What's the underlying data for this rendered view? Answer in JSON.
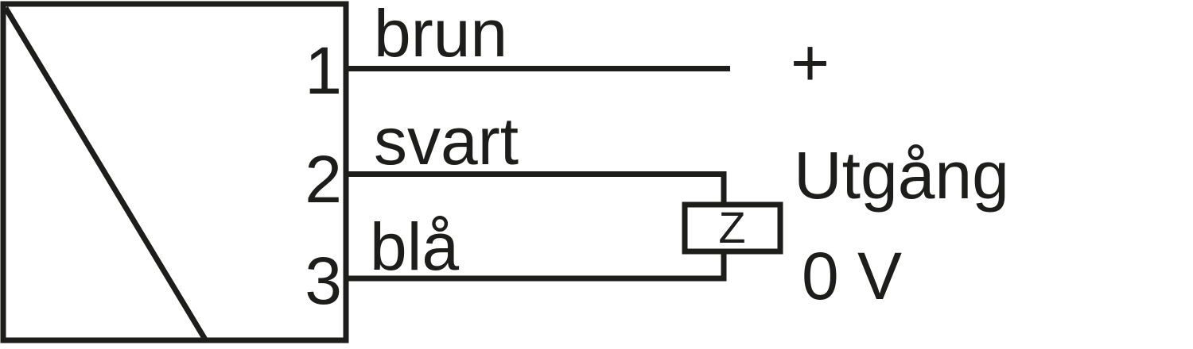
{
  "diagram": {
    "type": "sensor-wiring-connection-diagram",
    "terminals": [
      {
        "number": "1",
        "wire_label": "brun",
        "connection": "+"
      },
      {
        "number": "2",
        "wire_label": "svart",
        "connection": "Utgång"
      },
      {
        "number": "3",
        "wire_label": "blå",
        "connection": "0 V"
      }
    ],
    "load_label": "Z",
    "colors": {
      "line": "#1d1d1b",
      "background": "#ffffff"
    }
  }
}
